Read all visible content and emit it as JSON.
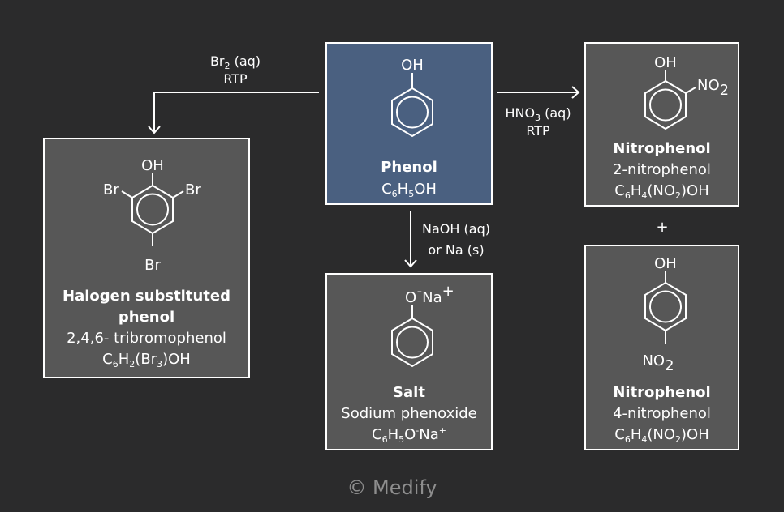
{
  "center": {
    "title": "Phenol",
    "formula": [
      "C",
      "6",
      "H",
      "5",
      "OH"
    ],
    "oh": "OH"
  },
  "halogen": {
    "title_line1": "Halogen substituted",
    "title_line2": "phenol",
    "name": "2,4,6- tribromophenol",
    "formula": [
      "C",
      "6",
      "H",
      "2",
      "(Br",
      "3",
      ")OH"
    ],
    "oh": "OH",
    "br": "Br"
  },
  "nitro2": {
    "title": "Nitrophenol",
    "name": "2-nitrophenol",
    "formula": [
      "C",
      "6",
      "H",
      "4",
      "(NO",
      "2",
      ")OH"
    ],
    "oh": "OH",
    "no2": [
      "NO",
      "2"
    ]
  },
  "plus": "+",
  "nitro4": {
    "title": "Nitrophenol",
    "name": "4-nitrophenol",
    "formula": [
      "C",
      "6",
      "H",
      "4",
      "(NO",
      "2",
      ")OH"
    ],
    "oh": "OH",
    "no2": [
      "NO",
      "2"
    ]
  },
  "salt": {
    "title": "Salt",
    "name": "Sodium phenoxide",
    "formula": [
      "C",
      "6",
      "H",
      "5",
      "O",
      "-",
      "Na",
      "+"
    ],
    "ion": [
      "O",
      "-",
      "Na",
      "+"
    ]
  },
  "reactions": {
    "bromine": {
      "reagent": [
        "Br",
        "2",
        " (aq)"
      ],
      "condition": "RTP"
    },
    "nitration": {
      "reagent": [
        "HNO",
        "3",
        " (aq)"
      ],
      "condition": "RTP"
    },
    "base": {
      "reagent": "NaOH (aq)",
      "condition": "or Na (s)"
    }
  },
  "footer": "© Medify",
  "colors": {
    "background": "#2b2b2c",
    "box": "#575757",
    "center_box": "#4a6080",
    "line": "#ffffff",
    "footer": "#8e8e8e"
  }
}
